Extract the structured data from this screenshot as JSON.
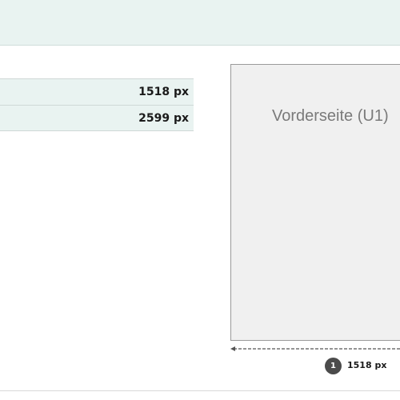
{
  "size_table": {
    "rows": [
      {
        "value": "1518 px"
      },
      {
        "value": "2599 px"
      }
    ]
  },
  "preview": {
    "label": "Vorderseite (U1)"
  },
  "dimension": {
    "badge": "1",
    "label": "1518 px"
  }
}
